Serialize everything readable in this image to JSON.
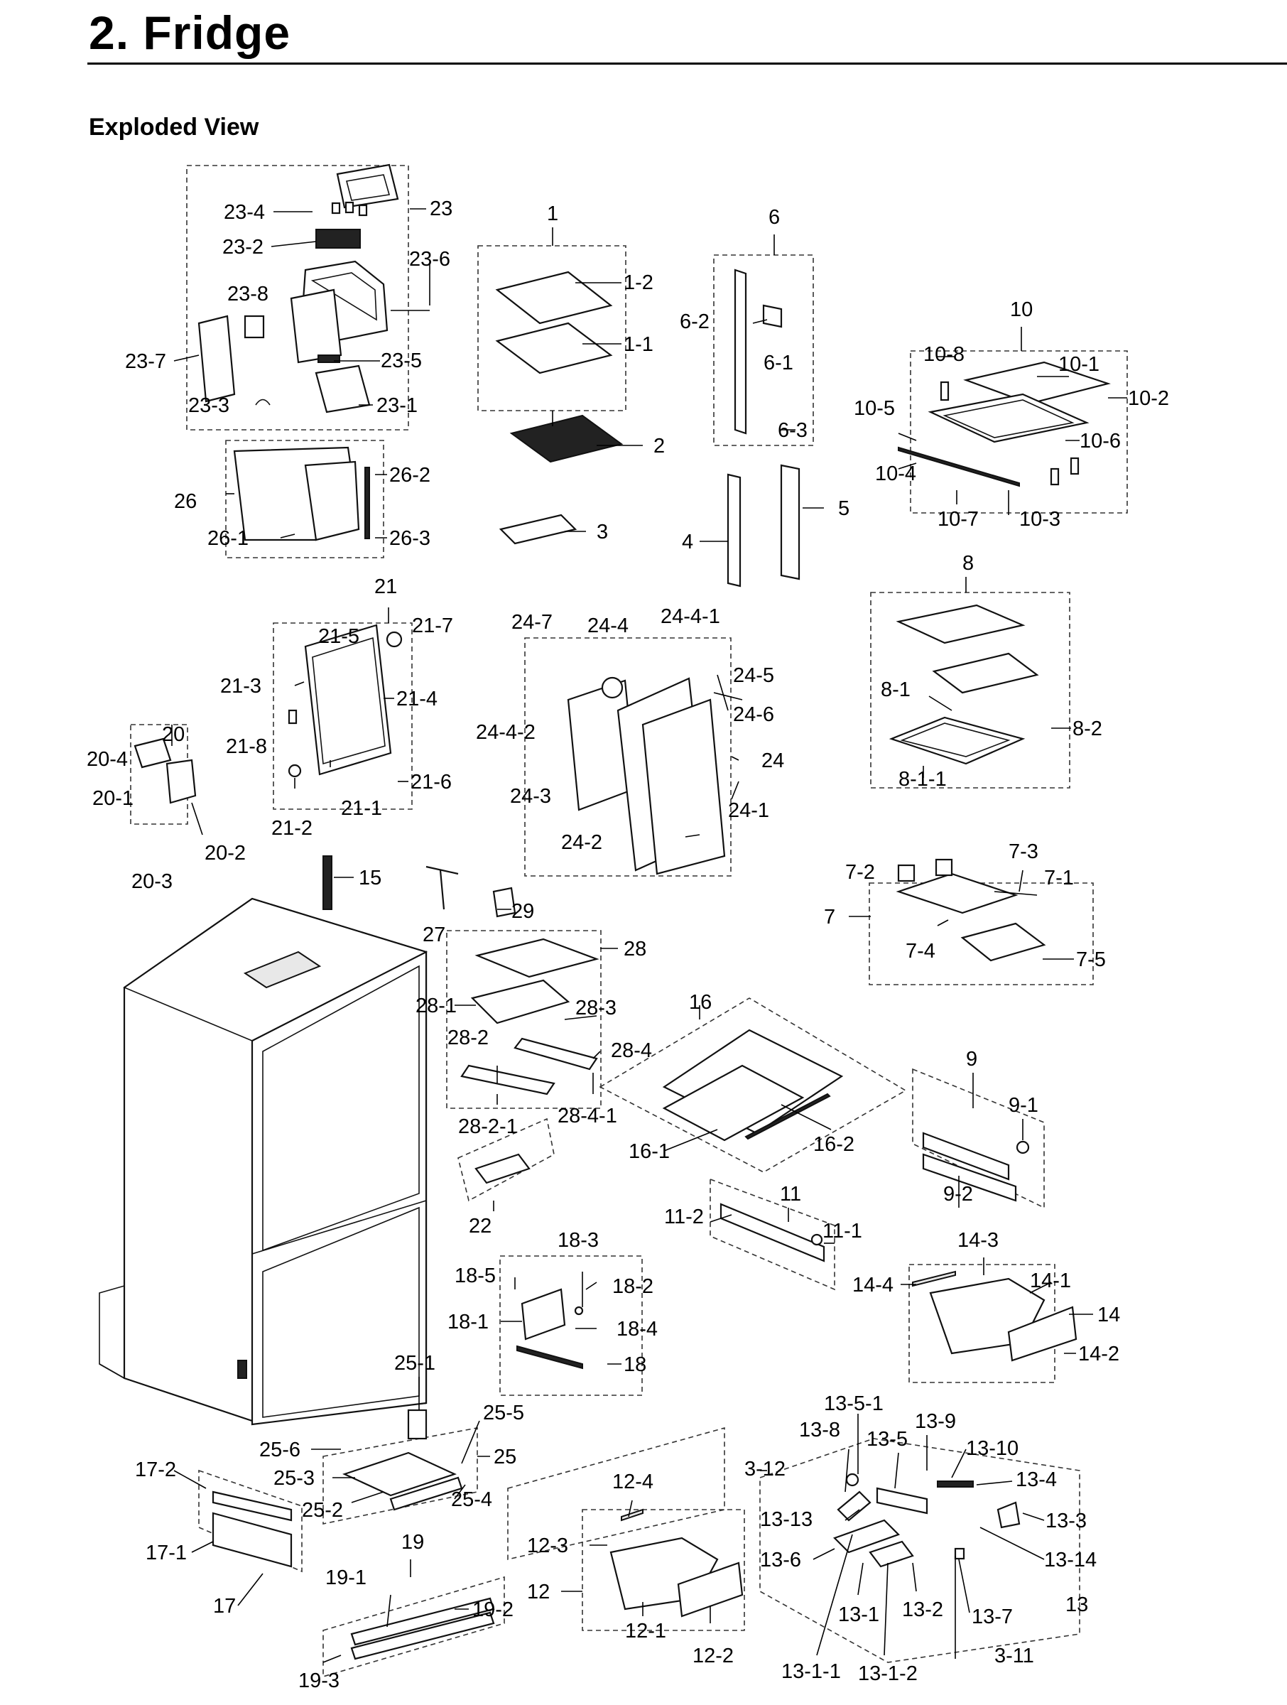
{
  "page": {
    "heading": "2.  Fridge",
    "subheading": "Exploded View"
  },
  "labels": [
    "23-4",
    "23",
    "23-2",
    "23-6",
    "23-8",
    "23-7",
    "23-5",
    "23-3",
    "23-1",
    "26",
    "26-2",
    "26-1",
    "26-3",
    "1",
    "1-2",
    "1-1",
    "2",
    "3",
    "6",
    "6-2",
    "6-1",
    "6-3",
    "4",
    "5",
    "10",
    "10-8",
    "10-1",
    "10-2",
    "10-5",
    "10-6",
    "10-4",
    "10-7",
    "10-3",
    "21",
    "21-5",
    "21-7",
    "21-3",
    "21-4",
    "21-8",
    "21-6",
    "21-1",
    "21-2",
    "20",
    "20-4",
    "20-1",
    "20-2",
    "20-3",
    "24-7",
    "24-4",
    "24-4-1",
    "24-5",
    "24-4-2",
    "24-6",
    "24",
    "24-3",
    "24-1",
    "24-2",
    "8",
    "8-1",
    "8-2",
    "8-1-1",
    "7-3",
    "7-2",
    "7-1",
    "7",
    "7-4",
    "7-5",
    "15",
    "27",
    "29",
    "28",
    "28-1",
    "28-3",
    "28-2",
    "28-4",
    "28-2-1",
    "28-4-1",
    "16",
    "16-1",
    "16-2",
    "9",
    "9-1",
    "9-2",
    "22",
    "11",
    "11-2",
    "11-1",
    "18-3",
    "18-5",
    "18-2",
    "18-1",
    "18-4",
    "18",
    "14-3",
    "14-4",
    "14-1",
    "14",
    "14-2",
    "25-1",
    "25-5",
    "25-6",
    "25",
    "25-3",
    "25-2",
    "25-4",
    "17-2",
    "17-1",
    "17",
    "19",
    "19-1",
    "19-2",
    "19-3",
    "12-4",
    "12-3",
    "12",
    "12-1",
    "12-2",
    "13-5-1",
    "13-9",
    "13-8",
    "13-5",
    "13-10",
    "3-12",
    "13-4",
    "13-13",
    "13-3",
    "13-6",
    "13-14",
    "13-1",
    "13-2",
    "13-7",
    "13",
    "13-1-1",
    "13-1-2",
    "3-11"
  ]
}
